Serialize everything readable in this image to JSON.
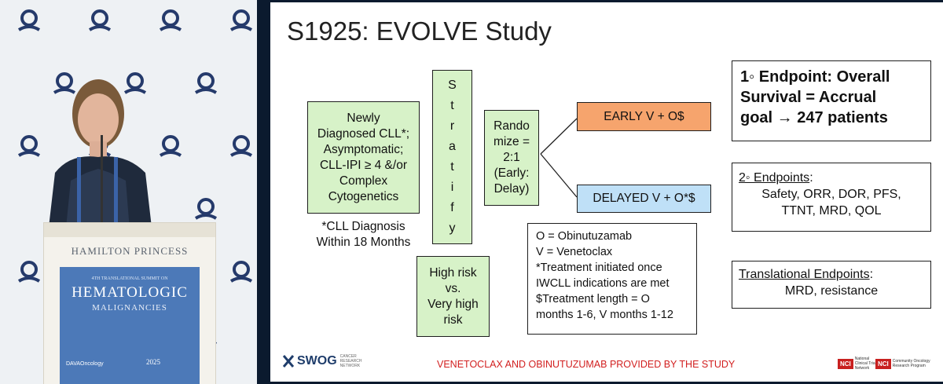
{
  "slide": {
    "title": "S1925: EVOLVE Study",
    "population_lines": [
      "Newly",
      "Diagnosed CLL*;",
      "Asymptomatic;",
      "CLL-IPI ≥ 4 &/or",
      "Complex",
      "Cytogenetics"
    ],
    "population_footnote": [
      "*CLL Diagnosis",
      "Within 18 Months"
    ],
    "stratify_letters": [
      "S",
      "t",
      "r",
      "a",
      "t",
      "i",
      "f",
      "y"
    ],
    "stratification": [
      "High risk",
      "vs.",
      "Very high",
      "risk"
    ],
    "randomize": [
      "Rando",
      "mize =",
      "2:1",
      "(Early:",
      "Delay)"
    ],
    "arm_early": "EARLY V + O$",
    "arm_delayed": "DELAYED V + O*$",
    "legend": [
      "O = Obinutuzamab",
      "V = Venetoclax",
      "*Treatment initiated once",
      "IWCLL indications are met",
      "$Treatment length = O",
      "months 1-6, V months 1-12"
    ],
    "primary_endpoint": [
      "1◦ Endpoint: Overall",
      "Survival = Accrual",
      "goal → 247 patients"
    ],
    "secondary_header": "2◦ Endpoints",
    "secondary_colon": ":",
    "secondary_lines": [
      "Safety, ORR, DOR, PFS,",
      "TTNT, MRD, QOL"
    ],
    "translational_header": "Translational Endpoints",
    "translational_colon": ":",
    "translational_line": "MRD, resistance",
    "footer_logo": "SWOG",
    "footer_logo_tag": "CANCER RESEARCH NETWORK",
    "footer_note": "VENETOCLAX AND OBINUTUZUMAB PROVIDED BY THE STUDY",
    "nci_1": "NCI",
    "nci_1_tag": "National Clinical Trials Network",
    "nci_2": "NCI",
    "nci_2_tag": "Community Oncology Research Program"
  },
  "video": {
    "podium_name": "HAMILTON PRINCESS",
    "banner_small": "4TH TRANSLATIONAL SUMMIT ON",
    "banner_title": "HEMATOLOGIC",
    "banner_title2": "MALIGNANCIES",
    "banner_brand": "DAVAOncology",
    "banner_year": "2025"
  },
  "colors": {
    "box_green": "#d7f2c8",
    "early_arm": "#f6a46d",
    "delayed_arm": "#bfe0f7",
    "footer_red": "#d21f1f",
    "banner_blue": "#4c79b8"
  }
}
